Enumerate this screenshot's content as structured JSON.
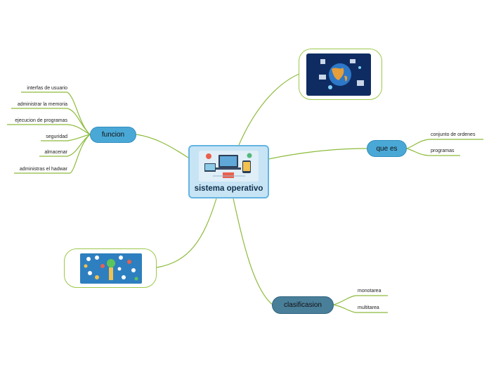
{
  "central": {
    "title": "sistema operativo",
    "image_icon": "computer-network-illustration"
  },
  "branches": {
    "funcion": {
      "label": "funcion",
      "items": [
        "interfas de usuario",
        "administrar la memoria",
        "ejecucion de programas",
        "seguridad",
        "almacenar",
        "administras el hadwar"
      ]
    },
    "que_es": {
      "label": "que es",
      "items": [
        "conjunto de ordenes",
        "programas"
      ]
    },
    "clasificacion": {
      "label": "clasificasion",
      "items": [
        "monotarea",
        "multitarea"
      ]
    }
  },
  "images": {
    "globe": "globe-network-icon",
    "tech": "technology-apps-icon"
  },
  "colors": {
    "link": "#8dbb3c",
    "central_fill": "#c7e4f5",
    "central_border": "#64b5e3",
    "topic_fill": "#4aa8d6",
    "clasificacion_fill": "#4a7f9a"
  }
}
